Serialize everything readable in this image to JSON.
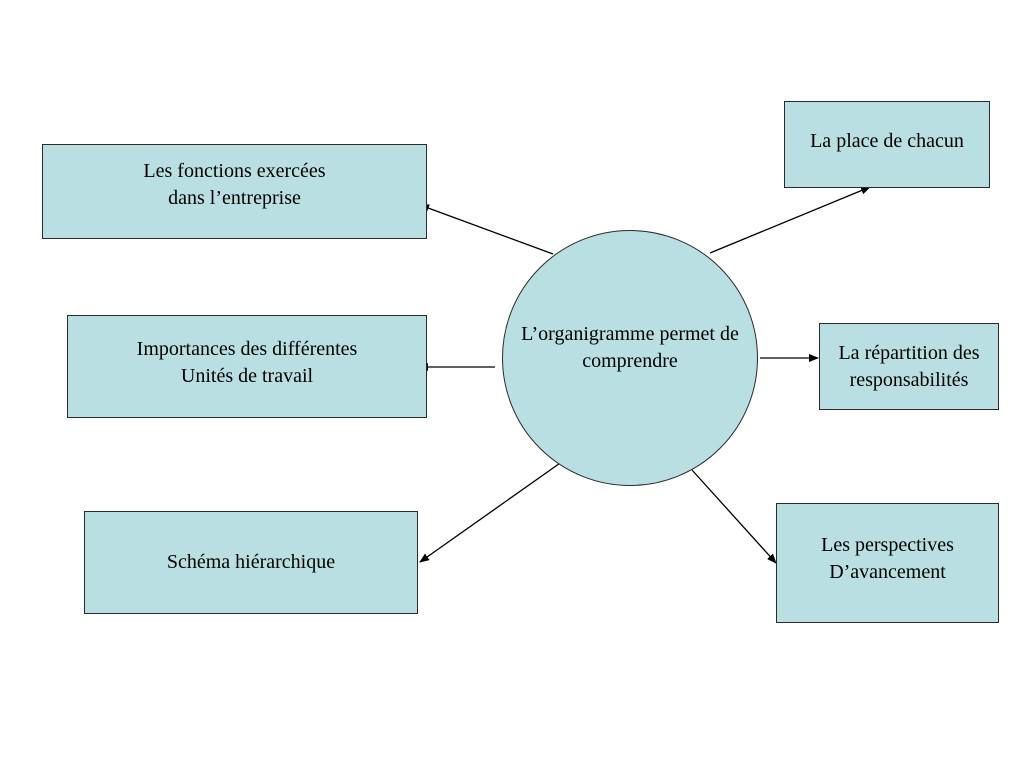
{
  "center": {
    "line1": "L’organigramme permet de",
    "line2": "comprendre"
  },
  "boxes": {
    "fonctions": {
      "line1": "Les fonctions exercées",
      "line2": "dans l’entreprise"
    },
    "importances": {
      "line1": "Importances des différentes",
      "line2": "Unités de travail"
    },
    "schema": {
      "line1": "Schéma hiérarchique"
    },
    "place": {
      "line1": "La place de chacun"
    },
    "repartition": {
      "line1": "La répartition des",
      "line2": "responsabilités"
    },
    "perspectives": {
      "line1": "Les perspectives",
      "line2": "D’avancement"
    }
  },
  "colors": {
    "box_fill": "#b9dfe2",
    "stroke": "#2b2b2b",
    "arrow": "#000000"
  }
}
